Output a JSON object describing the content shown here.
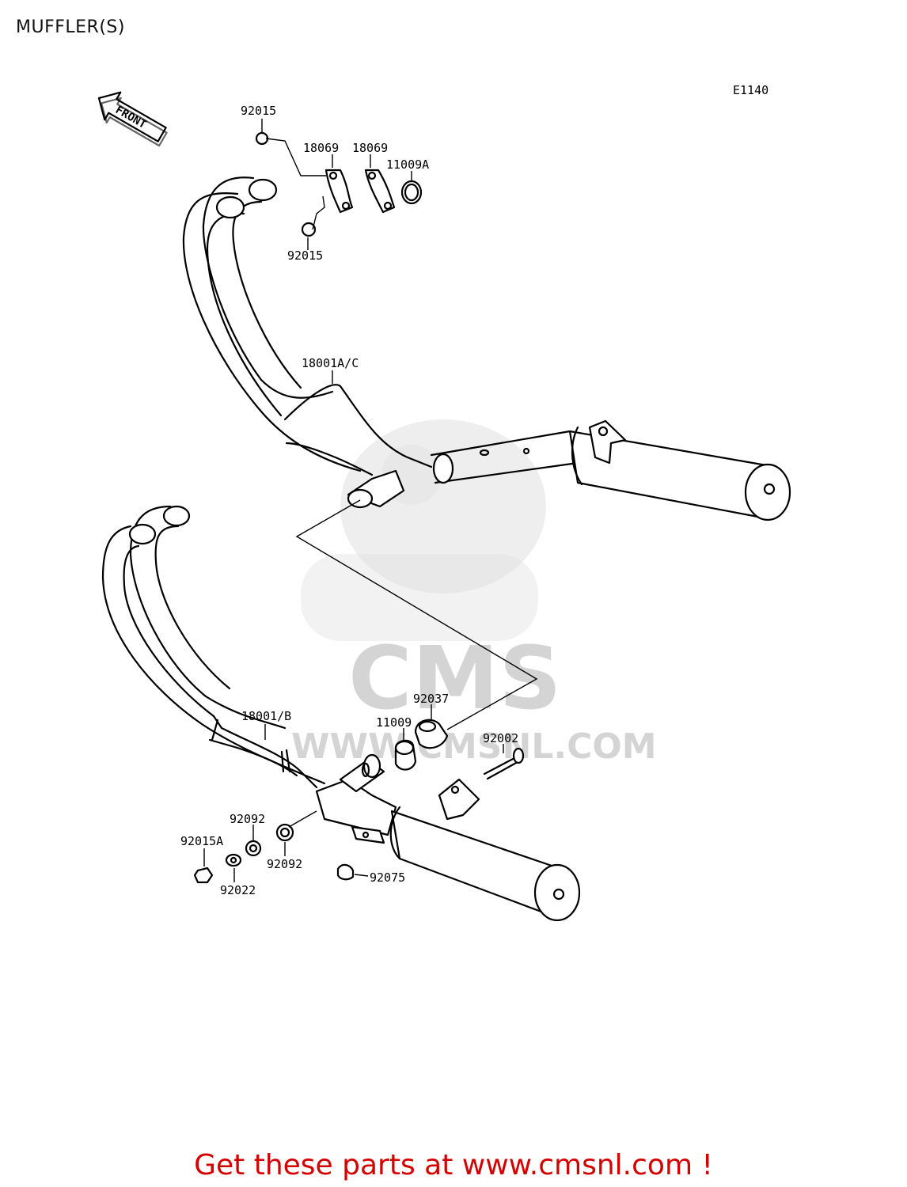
{
  "title": "MUFFLER(S)",
  "diagram_code": "E1140",
  "front_arrow_label": "FRONT",
  "parts": {
    "p92015_top": "92015",
    "p18069_a": "18069",
    "p18069_b": "18069",
    "p11009A": "11009A",
    "p92015_mid": "92015",
    "p18001AC": "18001A/C",
    "p92037": "92037",
    "p11009": "11009",
    "p92002": "92002",
    "p18001B": "18001/B",
    "p92092_a": "92092",
    "p92092_b": "92092",
    "p92015A": "92015A",
    "p92022": "92022",
    "p92075": "92075"
  },
  "watermark": {
    "brand": "CMS",
    "url": "WWW.CMSNL.COM"
  },
  "footer": "Get these parts at www.cmsnl.com !",
  "colors": {
    "footer": "#d40000",
    "watermark": "#d8d8d8"
  }
}
